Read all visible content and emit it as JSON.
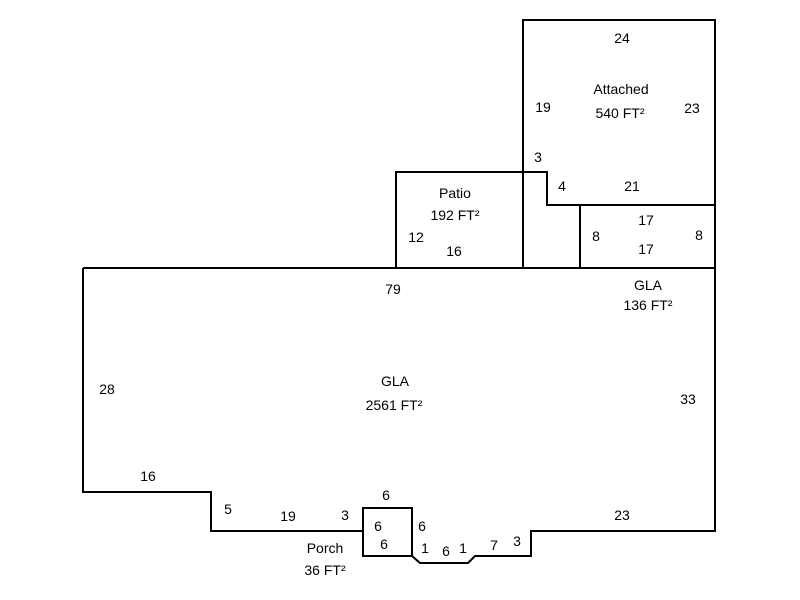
{
  "areas": {
    "attached": {
      "name": "Attached",
      "area": "540 FT²"
    },
    "patio": {
      "name": "Patio",
      "area": "192 FT²"
    },
    "gla_small": {
      "name": "GLA",
      "area": "136 FT²"
    },
    "gla_main": {
      "name": "GLA",
      "area": "2561 FT²"
    },
    "porch": {
      "name": "Porch",
      "area": "36 FT²"
    }
  },
  "dimensions": {
    "attached_top": "24",
    "attached_left": "19",
    "attached_right": "23",
    "attached_notch_v": "3",
    "attached_notch_h": "4",
    "attached_bottom": "21",
    "patio_left": "12",
    "patio_bottom": "16",
    "gla_small_top": "17",
    "gla_small_bottom": "17",
    "gla_small_left": "8",
    "gla_small_right": "8",
    "main_top": "79",
    "main_left": "28",
    "main_right": "33",
    "main_bottom_left": "16",
    "main_step": "5",
    "main_bottom_mid": "19",
    "main_bottom_3": "3",
    "porch_top": "6",
    "porch_left": "6",
    "porch_bottom": "6",
    "porch_right": "6",
    "bay_1a": "1",
    "bay_6": "6",
    "bay_1b": "1",
    "bay_7": "7",
    "bay_3": "3",
    "main_bottom_right": "23"
  }
}
